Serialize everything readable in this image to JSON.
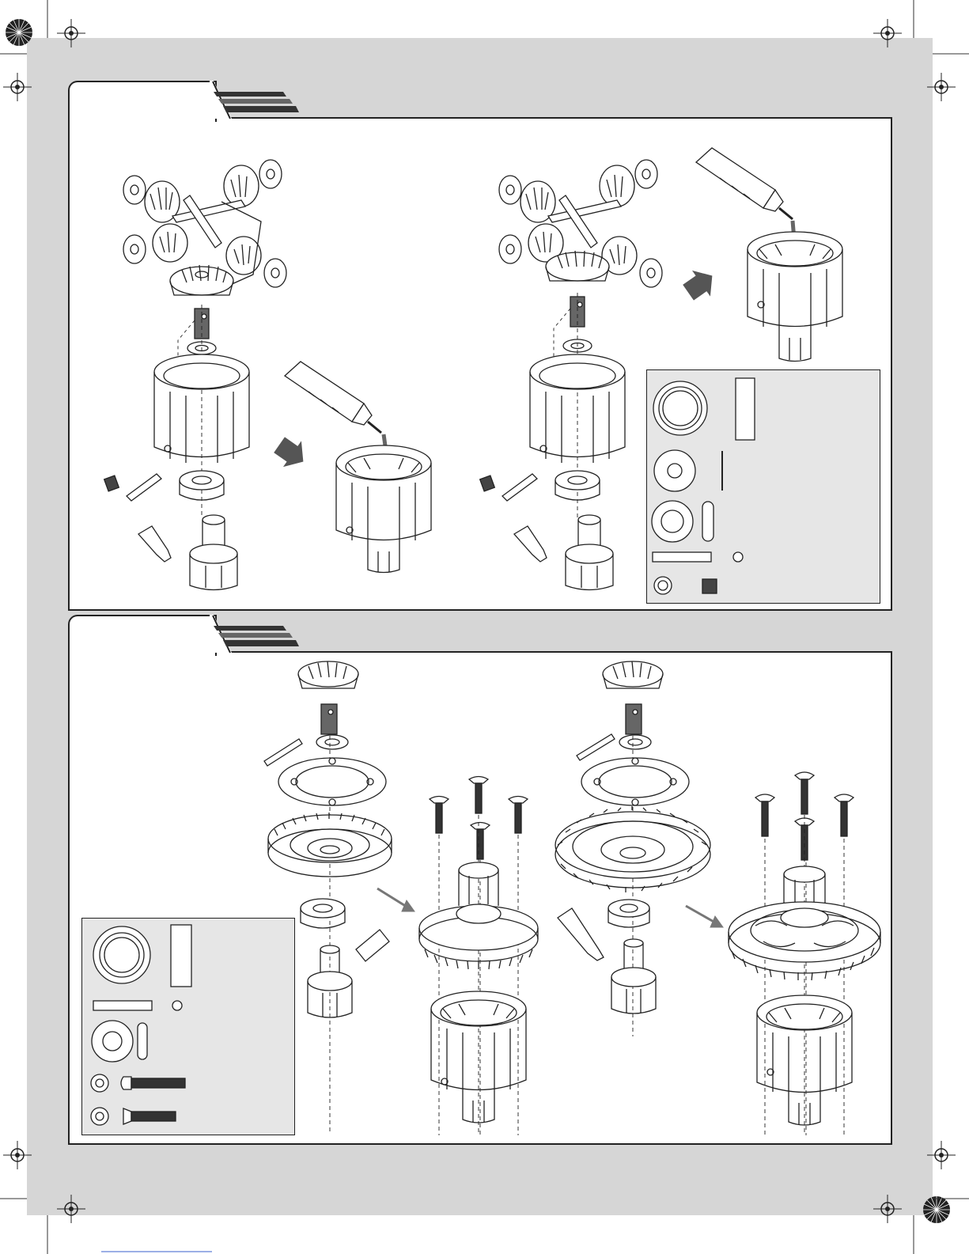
{
  "page": {
    "background": "#d6d6d6",
    "panel_color": "#ffffff",
    "stripe_color": "#333333",
    "accent_gray": "#777777"
  },
  "sections": [
    {
      "id": "section-1",
      "header_text": "",
      "steps": [
        "gear-assembly-left",
        "oil-fill-left",
        "gear-assembly-right",
        "oil-fill-right"
      ],
      "parts_box": {
        "labels": []
      }
    },
    {
      "id": "section-2",
      "header_text": "",
      "steps": [
        "bevel-gear-stack-left",
        "spur-gear-mount-left",
        "bevel-gear-stack-right",
        "spur-gear-mount-right"
      ],
      "parts_box": {
        "labels": []
      }
    }
  ],
  "icons": [
    "registration-mark-icon",
    "starburst-icon",
    "arrow-icon",
    "oil-bottle-icon"
  ]
}
